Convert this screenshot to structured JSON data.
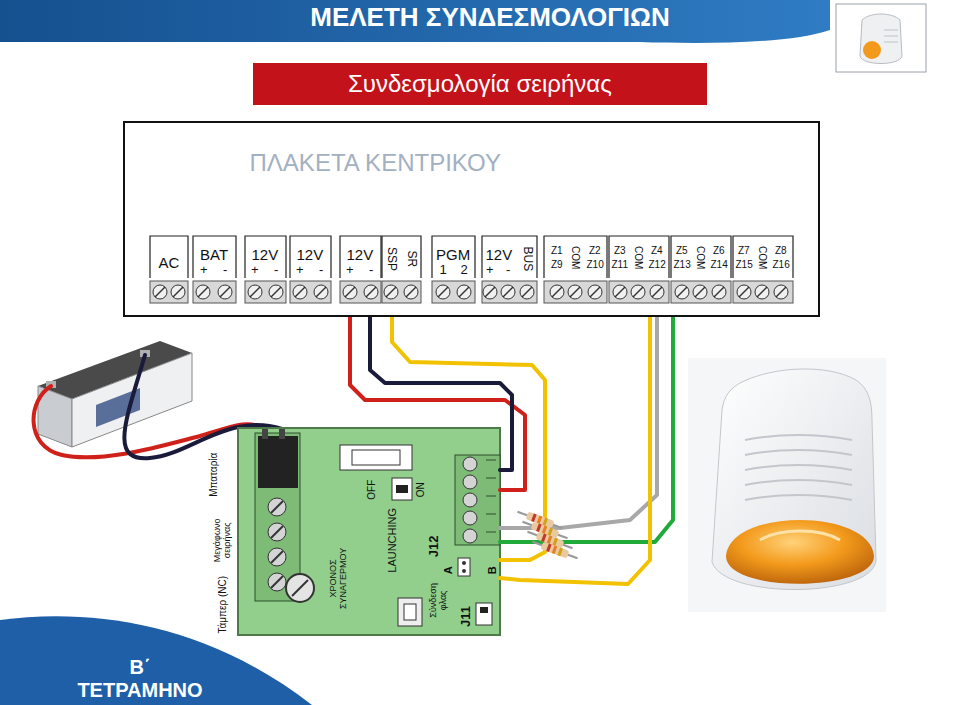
{
  "diagram": {
    "title": "ΜΕΛΕΤΗ ΣΥΝΔΕΣΜΟΛΟΓΙΩΝ",
    "nodes": [
      {
        "text": [
          "Συνδεσμολογία σειρήνας"
        ]
      },
      {
        "text": [
          "ΠΛΑΚΕΤΑ ΚΕΝΤΡΙΚΟΥ"
        ]
      },
      {
        "text": [
          "OFF",
          "ON",
          "LAUNCHING",
          "ΧΡΟΝΟΣ ΣΥΝΑΓΕΡΜΟΥ",
          "J12",
          "A",
          "B",
          "Σύνδεση φλας",
          "J11"
        ]
      },
      {
        "text": [
          "Β΄ ΤΕΤΡΑΜΗΝΟ"
        ]
      }
    ],
    "edges": [
      {
        "from": 1,
        "to": 2,
        "arrow": "none"
      },
      {
        "from": 1,
        "to": 2,
        "arrow": "none"
      },
      {
        "from": 1,
        "to": 2,
        "arrow": "none"
      },
      {
        "from": 1,
        "to": 2,
        "arrow": "none"
      },
      {
        "from": 1,
        "to": 2,
        "arrow": "none"
      },
      {
        "from": 1,
        "to": 2,
        "arrow": "none"
      }
    ],
    "labels": [
      "AC",
      "BAT",
      "+",
      "-",
      "12V",
      "+",
      "-",
      "12V",
      "+",
      "-",
      "12V",
      "+",
      "-",
      "SSP",
      "SR",
      "PGM",
      "1",
      "2",
      "12V",
      "+",
      "-",
      "BUS",
      "Z1",
      "Z9",
      "COM",
      "Z2",
      "Z10",
      "Z3",
      "Z11",
      "COM",
      "Z4",
      "Z12",
      "Z5",
      "Z13",
      "COM",
      "Z6",
      "Z14",
      "Z7",
      "Z15",
      "COM",
      "Z8",
      "Z16",
      "Μπαταρία",
      "Μεγάφωνο σειρήνας",
      "Τάμπερ (NC)"
    ]
  }
}
